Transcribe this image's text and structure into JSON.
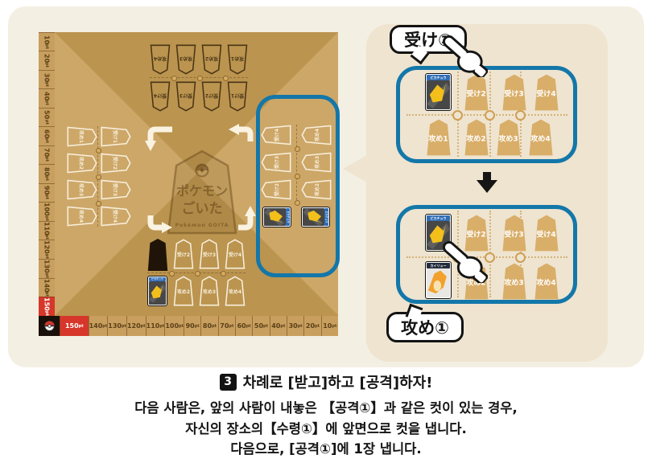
{
  "colors": {
    "accent_blue": "#1477a9",
    "accent_red": "#d6372a",
    "board_light": "#cda768",
    "board_dark": "#bb944f",
    "stage_cream": "#f4efe3",
    "backdrop_beige": "#eee4d0",
    "slot_fill": "#d9ae69",
    "pikachu_yellow": "#f2bf1b",
    "dragonite_orange": "#f2a12c"
  },
  "caption": {
    "badge": "3",
    "title": "차례로 [받고]하고 [공격]하자!",
    "line1": "다음 사람은, 앞의 사람이 내놓은 【공격①】과 같은 컷이 있는 경우,",
    "line2": "자신의 장소의【수령①】에 앞면으로 컷을 냅니다.",
    "line3": "다음으로, [공격①]에 1장 냅니다."
  },
  "bubbles": {
    "receive": "受け①",
    "attack": "攻め①"
  },
  "watermark": {
    "title_top": "ポケモン",
    "title_bottom": "ごいた",
    "subtitle": "Pokémon GOITA"
  },
  "cards": {
    "pikachu": "ピカチュウ",
    "dragonite": "カイリュー"
  },
  "board": {
    "left_track": [
      {
        "n": "10",
        "u": "pt"
      },
      {
        "n": "20",
        "u": "pt"
      },
      {
        "n": "30",
        "u": "pt"
      },
      {
        "n": "40",
        "u": "pt"
      },
      {
        "n": "50",
        "u": "pt"
      },
      {
        "n": "60",
        "u": "pt"
      },
      {
        "n": "70",
        "u": "pt"
      },
      {
        "n": "80",
        "u": "pt"
      },
      {
        "n": "90",
        "u": "pt"
      },
      {
        "n": "100",
        "u": "pt"
      },
      {
        "n": "110",
        "u": "pt"
      },
      {
        "n": "120",
        "u": "pt"
      },
      {
        "n": "130",
        "u": "pt"
      },
      {
        "n": "140",
        "u": "pt"
      },
      {
        "n": "150",
        "u": "pt"
      }
    ],
    "bottom_track": [
      {
        "n": "150",
        "u": "pt"
      },
      {
        "n": "140",
        "u": "pt"
      },
      {
        "n": "130",
        "u": "pt"
      },
      {
        "n": "120",
        "u": "pt"
      },
      {
        "n": "110",
        "u": "pt"
      },
      {
        "n": "100",
        "u": "pt"
      },
      {
        "n": "90",
        "u": "pt"
      },
      {
        "n": "80",
        "u": "pt"
      },
      {
        "n": "70",
        "u": "pt"
      },
      {
        "n": "60",
        "u": "pt"
      },
      {
        "n": "50",
        "u": "pt"
      },
      {
        "n": "40",
        "u": "pt"
      },
      {
        "n": "30",
        "u": "pt"
      },
      {
        "n": "20",
        "u": "pt"
      },
      {
        "n": "10",
        "u": "pt"
      }
    ],
    "top_player": {
      "attack_row": [
        "攻め4",
        "攻め3",
        "攻め2",
        "攻め1"
      ],
      "receive_row": [
        "受け4",
        "受け3",
        "受け2",
        "受け1"
      ]
    },
    "left_player": {
      "attack_col": [
        "攻め1",
        "攻め2",
        "攻め3",
        "攻め4"
      ],
      "receive_col": [
        "受け1",
        "受け2",
        "受け3",
        "受け4"
      ]
    },
    "right_player": {
      "receive_col": [
        "受け4",
        "受け3",
        "受け2"
      ],
      "attack_col": [
        "攻め4",
        "攻め3",
        "攻め2"
      ]
    },
    "bottom_player": {
      "receive_row": [
        "受け2",
        "受け3",
        "受け4"
      ],
      "attack_row": [
        "攻め2",
        "攻め3",
        "攻め4"
      ]
    }
  },
  "panels": {
    "panel1": {
      "receive_row": [
        "受け2",
        "受け3",
        "受け4"
      ],
      "attack_row": [
        "攻め1",
        "攻め2",
        "攻め3",
        "攻め4"
      ]
    },
    "panel2": {
      "receive_row": [
        "受け2",
        "受け3",
        "受け4"
      ],
      "attack_row": [
        "攻め2",
        "攻め3",
        "攻め4"
      ]
    }
  }
}
